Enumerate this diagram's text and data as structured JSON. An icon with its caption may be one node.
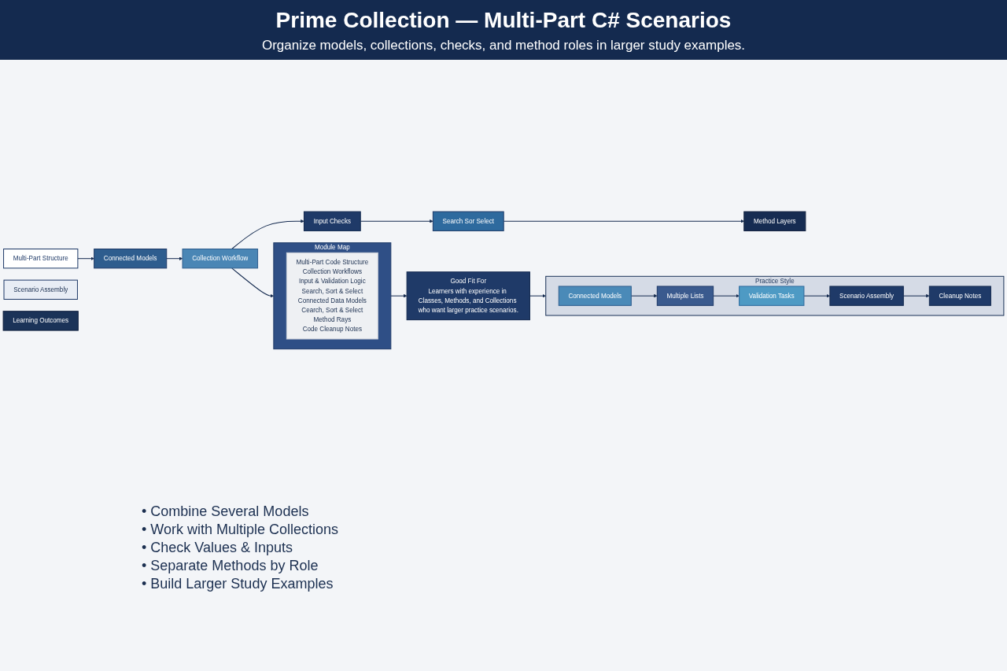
{
  "diagram": {
    "title": "Prime Collection — Multi-Part C# Scenarios",
    "caption": "Organize models, collections, checks, and method roles in larger study examples.",
    "nodes": [
      {
        "text": [
          "Multi-Part Structure"
        ]
      },
      {
        "text": [
          "Connected Models"
        ]
      },
      {
        "text": [
          "Collection Workflow"
        ]
      },
      {
        "text": [
          "Input Checks"
        ]
      },
      {
        "text": [
          "Search Sor Select"
        ]
      },
      {
        "text": [
          "Method Layers"
        ]
      },
      {
        "text": [
          "Scenario Assembly"
        ]
      },
      {
        "text": [
          "Module Map"
        ]
      },
      {
        "text": [
          "Multi-Part Code Structure",
          "Collection Workflows",
          "Input & Validation Logic",
          "Search, Sort & Select",
          "Connected Data Models",
          "Cearch, Sort & Select",
          "Method Rays",
          "Code Cleanup Notes"
        ],
        "in": 7
      },
      {
        "text": [
          "Good Fit For",
          "Learners with experience in Classes, Methods, and Collections who want larger practice scenarios."
        ]
      },
      {
        "text": [
          "Practice Style"
        ]
      },
      {
        "text": [
          "Connected Models"
        ],
        "in": 10
      },
      {
        "text": [
          "Multiple Lists"
        ],
        "in": 10
      },
      {
        "text": [
          "Validation Tasks"
        ],
        "in": 10
      },
      {
        "text": [
          "Scenario Assembly"
        ],
        "in": 10
      },
      {
        "text": [
          "Cleanup Notes"
        ],
        "in": 10
      },
      {
        "text": [
          "Learning Outcomes"
        ]
      }
    ],
    "edges": [
      {
        "from": 0,
        "to": 1,
        "arrow": "to"
      },
      {
        "from": 1,
        "to": 2,
        "arrow": "to"
      },
      {
        "from": 2,
        "to": 3,
        "arrow": "to"
      },
      {
        "from": 3,
        "to": 4,
        "arrow": "to"
      },
      {
        "from": 4,
        "to": 5,
        "arrow": "to"
      },
      {
        "from": 2,
        "to": 7,
        "arrow": "to"
      },
      {
        "from": 7,
        "to": 9,
        "arrow": "to"
      },
      {
        "from": 9,
        "to": 10,
        "arrow": "to"
      },
      {
        "from": 11,
        "to": 12,
        "arrow": "to"
      },
      {
        "from": 12,
        "to": 13,
        "arrow": "to"
      },
      {
        "from": 13,
        "to": 14,
        "arrow": "to"
      },
      {
        "from": 14,
        "to": 15,
        "arrow": "to"
      }
    ],
    "labels": [
      "• Combine Several Models",
      "• Work with Multiple Collections",
      "• Check Values & Inputs",
      "• Separate Methods by Role",
      "• Build Larger Study Examples"
    ]
  }
}
